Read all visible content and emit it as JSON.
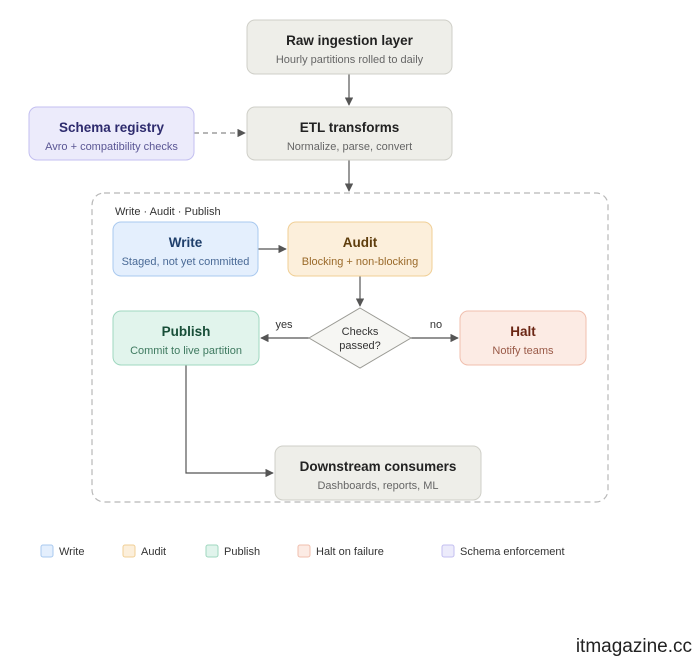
{
  "colors": {
    "neutral_fill": "#eeeee9",
    "neutral_stroke": "#cfcfc8",
    "write_fill": "#e4effd",
    "write_stroke": "#a9c9ef",
    "audit_fill": "#fcefdb",
    "audit_stroke": "#f0cf96",
    "publish_fill": "#e1f4ec",
    "publish_stroke": "#9fd7bf",
    "halt_fill": "#fcebe4",
    "halt_stroke": "#f0bfae",
    "schema_fill": "#ecebfb",
    "schema_stroke": "#c3bff0",
    "edge": "#555555"
  },
  "nodes": {
    "raw_ingestion": {
      "title": "Raw ingestion layer",
      "subtitle": "Hourly partitions rolled to daily"
    },
    "schema_registry": {
      "title": "Schema registry",
      "subtitle": "Avro + compatibility checks"
    },
    "etl_transforms": {
      "title": "ETL transforms",
      "subtitle": "Normalize, parse, convert"
    },
    "write": {
      "title": "Write",
      "subtitle": "Staged, not yet committed"
    },
    "audit": {
      "title": "Audit",
      "subtitle": "Blocking + non-blocking"
    },
    "checks": {
      "line1": "Checks",
      "line2": "passed?"
    },
    "publish": {
      "title": "Publish",
      "subtitle": "Commit to live partition"
    },
    "halt": {
      "title": "Halt",
      "subtitle": "Notify teams"
    },
    "downstream": {
      "title": "Downstream consumers",
      "subtitle": "Dashboards, reports, ML"
    }
  },
  "group": {
    "label": "Write · Audit · Publish"
  },
  "edges": {
    "yes_label": "yes",
    "no_label": "no"
  },
  "legend": [
    {
      "label": "Write"
    },
    {
      "label": "Audit"
    },
    {
      "label": "Publish"
    },
    {
      "label": "Halt on failure"
    },
    {
      "label": "Schema enforcement"
    }
  ],
  "watermark": "itmagazine.cc"
}
